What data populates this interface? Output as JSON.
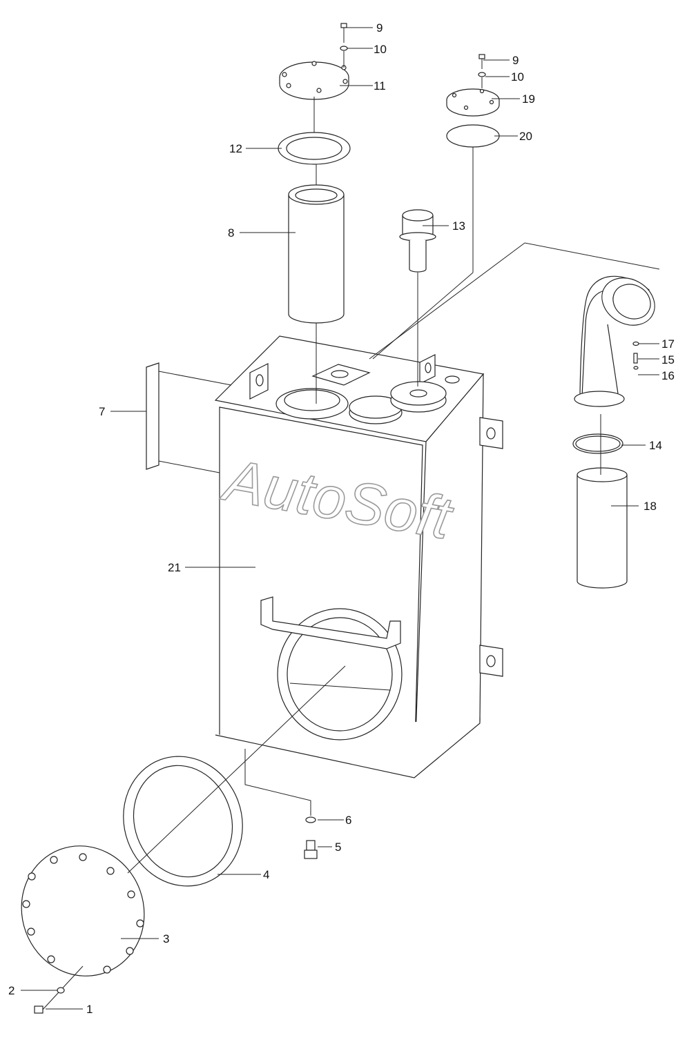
{
  "watermark": "AutoSoft",
  "callouts": {
    "c1": "1",
    "c2": "2",
    "c3": "3",
    "c4": "4",
    "c5": "5",
    "c6": "6",
    "c7": "7",
    "c8": "8",
    "c9a": "9",
    "c9b": "9",
    "c10a": "10",
    "c10b": "10",
    "c11": "11",
    "c12": "12",
    "c13": "13",
    "c14": "14",
    "c15": "15",
    "c16": "16",
    "c17": "17",
    "c18": "18",
    "c19": "19",
    "c20": "20",
    "c21": "21"
  }
}
